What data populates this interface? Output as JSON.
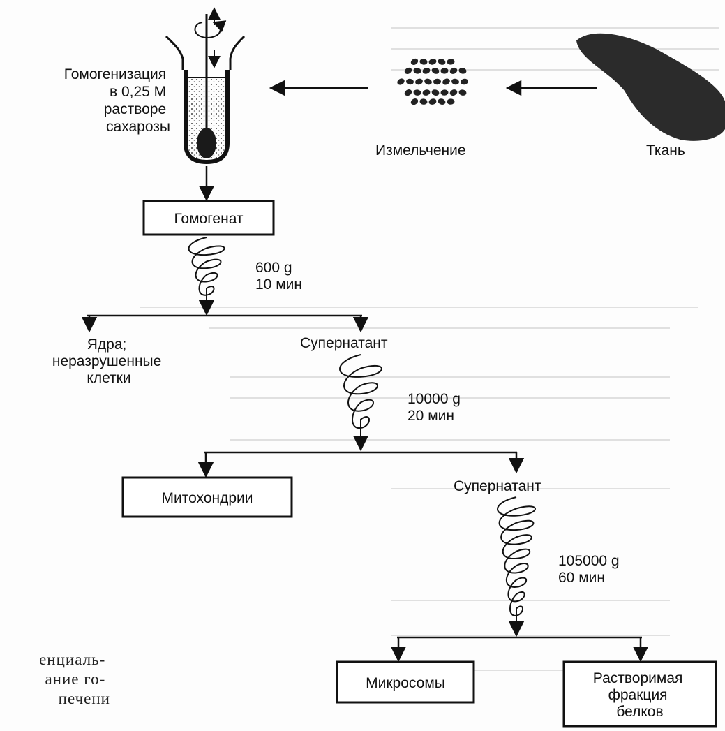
{
  "labels": {
    "homogenization": [
      "Гомогенизация",
      "в 0,25 М",
      "растворе",
      "сахарозы"
    ],
    "grinding": "Измельчение",
    "tissue": "Ткань",
    "homogenate": "Гомогенат",
    "spin1": [
      "600 g",
      "10 мин"
    ],
    "nuclei": [
      "Ядра;",
      "неразрушенные",
      "клетки"
    ],
    "supernatant1": "Супернатант",
    "spin2": [
      "10000 g",
      "20 мин"
    ],
    "mitochondria": "Митохондрии",
    "supernatant2": "Супернатант",
    "spin3": [
      "105000 g",
      "60 мин"
    ],
    "microsomes": "Микросомы",
    "soluble": [
      "Растворимая",
      "фракция",
      "белков"
    ]
  },
  "caption_fragment": [
    "енциаль-",
    "ание го-",
    "печени"
  ],
  "colors": {
    "ink": "#111111",
    "tissue": "#2b2b2b"
  }
}
